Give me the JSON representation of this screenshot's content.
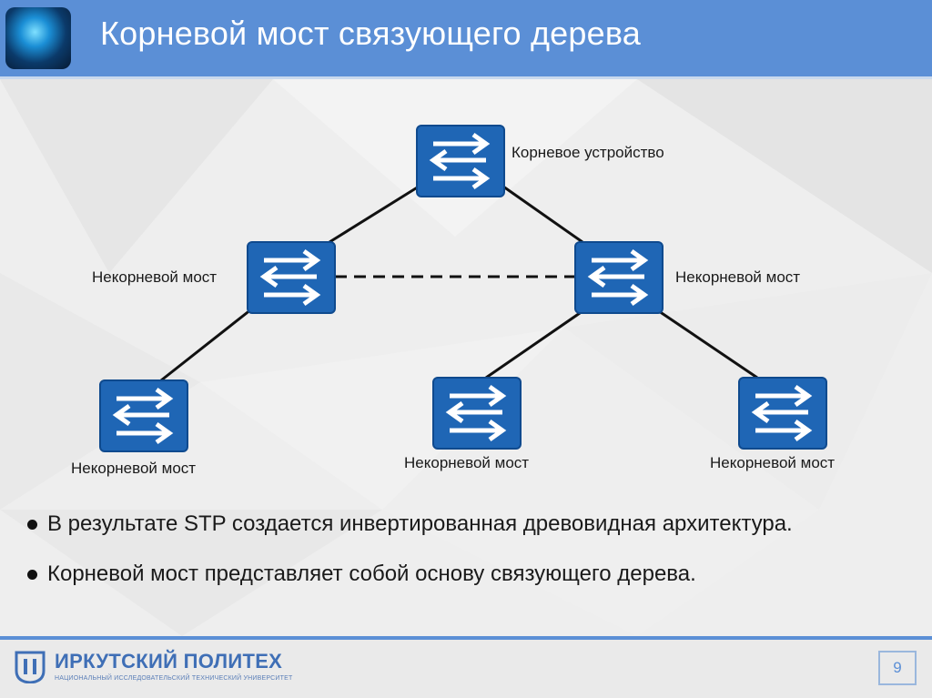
{
  "header": {
    "title": "Корневой мост связующего дерева",
    "accent_color": "#5b8fd6"
  },
  "diagram": {
    "switch_color": "#1f66b5",
    "nodes": [
      {
        "id": "root",
        "label": "Корневое устройство"
      },
      {
        "id": "left",
        "label": "Некорневой мост"
      },
      {
        "id": "right",
        "label": "Некорневой мост"
      },
      {
        "id": "bottom-left",
        "label": "Некорневой мост"
      },
      {
        "id": "bottom-middle",
        "label": "Некорневой мост"
      },
      {
        "id": "bottom-right",
        "label": "Некорневой мост"
      }
    ],
    "links": [
      {
        "from": "root",
        "to": "left",
        "style": "solid"
      },
      {
        "from": "root",
        "to": "right",
        "style": "solid"
      },
      {
        "from": "left",
        "to": "right",
        "style": "dashed"
      },
      {
        "from": "left",
        "to": "bottom-left",
        "style": "solid"
      },
      {
        "from": "right",
        "to": "bottom-middle",
        "style": "solid"
      },
      {
        "from": "right",
        "to": "bottom-right",
        "style": "solid"
      }
    ]
  },
  "bullets": [
    "В результате STP создается инвертированная древовидная архитектура.",
    "Корневой мост представляет собой основу связующего дерева."
  ],
  "footer": {
    "org_name": "ИРКУТСКИЙ ПОЛИТЕХ",
    "org_subtitle": "НАЦИОНАЛЬНЫЙ ИССЛЕДОВАТЕЛЬСКИЙ ТЕХНИЧЕСКИЙ УНИВЕРСИТЕТ",
    "page_number": "9"
  }
}
